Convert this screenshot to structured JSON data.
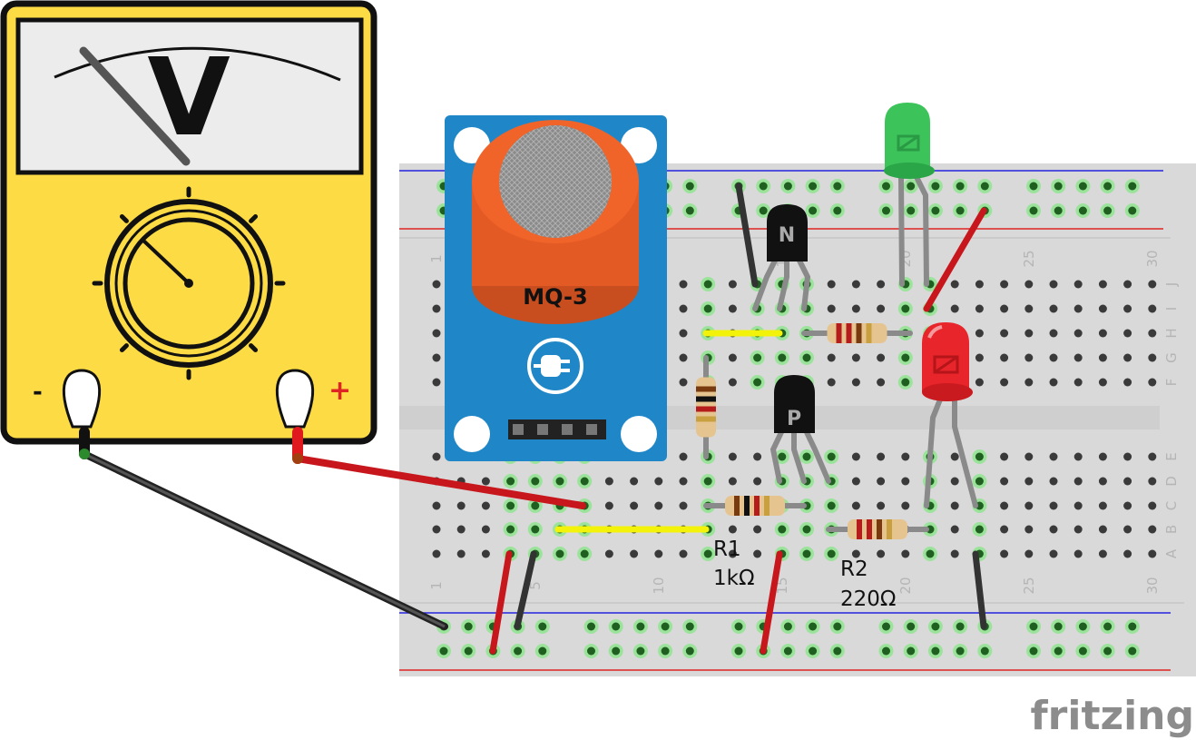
{
  "multimeter": {
    "display_unit": "V",
    "negative_label": "-",
    "positive_label": "+"
  },
  "sensor": {
    "label": "MQ-3"
  },
  "transistors": [
    {
      "label": "N"
    },
    {
      "label": "P"
    }
  ],
  "resistors": {
    "r1": {
      "name": "R1",
      "value": "1kΩ"
    },
    "r2": {
      "name": "R2",
      "value": "220Ω"
    }
  },
  "breadboard": {
    "column_labels": [
      "1",
      "5",
      "10",
      "15",
      "20",
      "25",
      "30"
    ],
    "row_labels_top": [
      "J",
      "I",
      "H",
      "G",
      "F"
    ],
    "row_labels_bottom": [
      "E",
      "D",
      "C",
      "B",
      "A"
    ]
  },
  "logo": "fritzing",
  "colors": {
    "multimeter": "#fddb45",
    "sensor_board": "#1f87c7",
    "sensor_body": "#f0642a",
    "led_green": "#3cc35a",
    "led_red": "#e8252a",
    "wire_red": "#c8171c",
    "wire_black": "#333333",
    "wire_yellow": "#f2f20a"
  }
}
